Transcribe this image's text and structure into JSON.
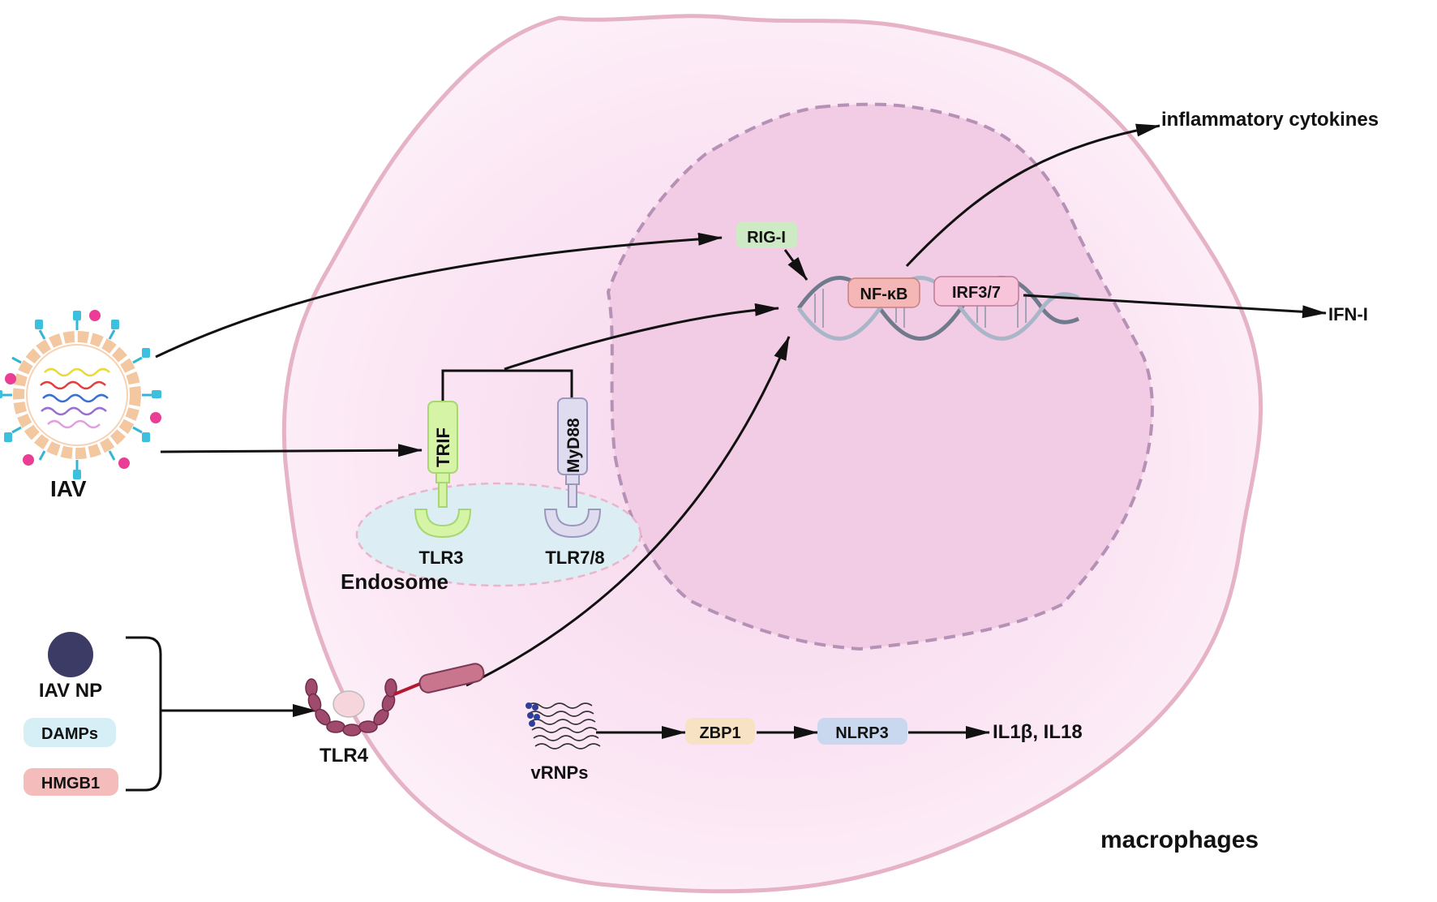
{
  "labels": {
    "iav": "IAV",
    "rig_i": "RIG-I",
    "nf_kb": "NF-κB",
    "irf": "IRF3/7",
    "inflammatory": "inflammatory cytokines",
    "ifn": "IFN-I",
    "trif": "TRIF",
    "myd88": "MyD88",
    "tlr3": "TLR3",
    "tlr78": "TLR7/8",
    "endosome": "Endosome",
    "iav_np": "IAV NP",
    "damps": "DAMPs",
    "hmgb1": "HMGB1",
    "tlr4": "TLR4",
    "vrnps": "vRNPs",
    "zbp1": "ZBP1",
    "nlrp3": "NLRP3",
    "il": "IL1β, IL18",
    "macrophages": "macrophages"
  },
  "colors": {
    "cell_fill": "#fbe4f4",
    "cell_border": "#e9b5c9",
    "nucleus_fill": "#f3cbe6",
    "nucleus_border": "#b98bb8",
    "endosome_fill": "#dff0f4",
    "rig_i_fill": "#cfeac4",
    "nfkb_fill": "#f5b7b6",
    "irf_fill": "#f7c3d8",
    "trif_fill": "#d6f5a6",
    "myd88_fill": "#dfdcee",
    "damps_fill": "#d7eef6",
    "hmgb1_fill": "#f6bcbc",
    "zbp1_fill": "#f8e2c4",
    "nlrp3_fill": "#cad9ee",
    "tlr4_color": "#9b4466",
    "np_color": "#3b3b66"
  }
}
